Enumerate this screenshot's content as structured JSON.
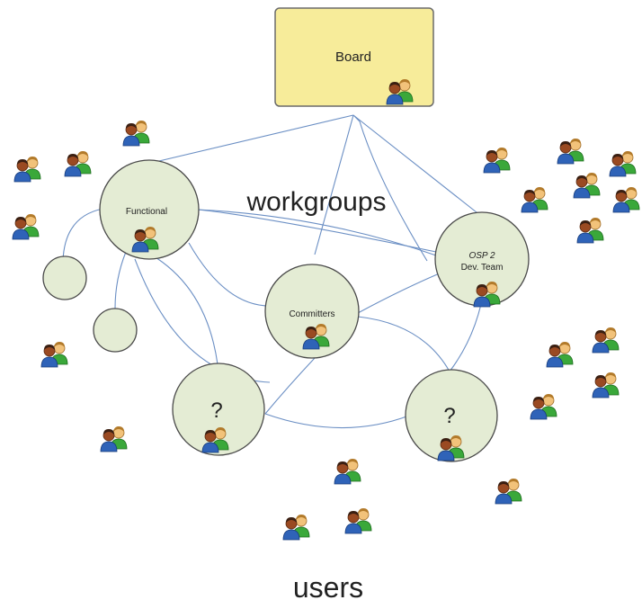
{
  "board": {
    "label": "Board"
  },
  "nodes": {
    "functional": {
      "label": "Functional"
    },
    "committers": {
      "label": "Committers"
    },
    "osp_team": {
      "line1": "OSP 2",
      "line2": "Dev. Team"
    },
    "unknown_left": {
      "label": "?"
    },
    "unknown_right": {
      "label": "?"
    }
  },
  "labels": {
    "workgroups": "workgroups",
    "users": "users"
  },
  "colors": {
    "board_fill": "#f7ec9a",
    "board_border": "#6b6b6b",
    "node_fill": "#e4ecd4",
    "node_border": "#4a4a4a",
    "link": "#6b8fc4",
    "person_a_shirt": "#2f63b8",
    "person_b_shirt": "#3aa83a",
    "skin_dark": "#9a4a22",
    "skin_light": "#f2c27a",
    "hair_dark": "#3a1f12",
    "hair_light": "#b27a2a"
  },
  "icons": [
    "users-pair-icon"
  ]
}
